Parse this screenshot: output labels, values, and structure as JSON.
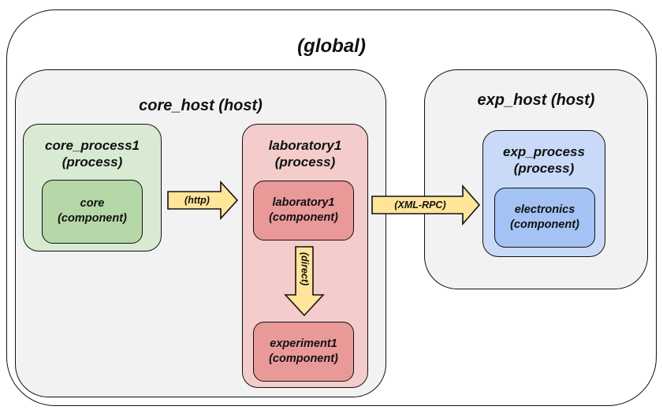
{
  "global": {
    "title": "(global)"
  },
  "core_host": {
    "title": "core_host (host)",
    "process": {
      "title": "core_process1\n(process)",
      "component": "core\n(component)"
    }
  },
  "laboratory": {
    "title": "laboratory1\n(process)",
    "component_lab": "laboratory1\n(component)",
    "component_exp": "experiment1\n(component)"
  },
  "exp_host": {
    "title": "exp_host (host)",
    "process": {
      "title": "exp_process\n(process)",
      "component": "electronics\n(component)"
    }
  },
  "connections": {
    "http": "(http)",
    "xmlrpc": "(XML-RPC)",
    "direct": "(direct)"
  },
  "colors": {
    "host_fill": "#f2f2f2",
    "core_process_fill": "#d9ead3",
    "core_component_fill": "#b6d7a8",
    "lab_process_fill": "#f4cccc",
    "lab_component_fill": "#ea9999",
    "exp_process_fill": "#c9daf8",
    "exp_component_fill": "#a4c2f4",
    "arrow_fill": "#ffe599"
  }
}
